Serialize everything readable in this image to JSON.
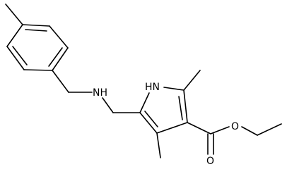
{
  "atoms": {
    "nh_amine": "NH",
    "nh_pyrrole": "HN",
    "o_ester": "O",
    "o_carbonyl": "O"
  },
  "colors": {
    "bond": "#000000",
    "background": "#ffffff"
  }
}
